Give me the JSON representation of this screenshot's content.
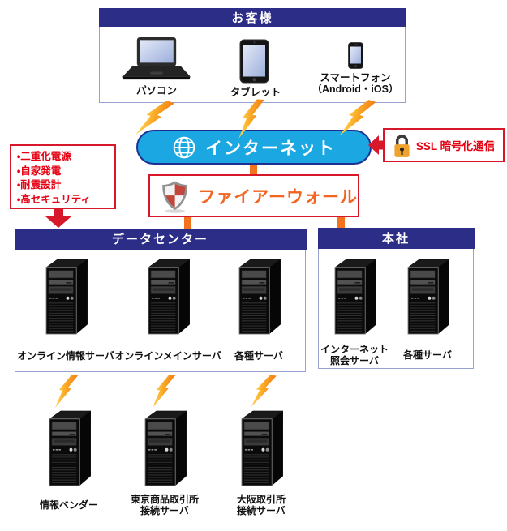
{
  "customer": {
    "title": "お客様",
    "devices": [
      {
        "label": "パソコン"
      },
      {
        "label": "タブレット"
      },
      {
        "label": "スマートフォン",
        "sublabel": "（Android・iOS）"
      }
    ]
  },
  "internet": {
    "label": "インターネット"
  },
  "ssl": {
    "label": "SSL 暗号化通信"
  },
  "features": {
    "items": [
      "・二重化電源",
      "・自家発電",
      "・耐震設計",
      "・高セキュリティ"
    ]
  },
  "firewall": {
    "label": "ファイアーウォール"
  },
  "datacenter": {
    "title": "データセンター",
    "servers": [
      {
        "line1": "オンライン情報サーバ"
      },
      {
        "line1": "オンラインメインサーバ"
      },
      {
        "line1": "各種サーバ"
      }
    ]
  },
  "headquarters": {
    "title": "本社",
    "servers": [
      {
        "line1": "インターネット",
        "line2": "照会サーバ"
      },
      {
        "line1": "各種サーバ"
      }
    ]
  },
  "external_servers": [
    {
      "line1": "情報ベンダー"
    },
    {
      "line1": "東京商品取引所",
      "line2": "接続サーバ"
    },
    {
      "line1": "大阪取引所",
      "line2": "接続サーバ"
    }
  ],
  "colors": {
    "header_navy": "#2b2d87",
    "panel_border": "#98a2cf",
    "internet_blue": "#1ba7e2",
    "internet_border": "#1d2f91",
    "accent_red": "#d7182a",
    "text_red": "#e60012",
    "firewall_orange": "#f26522",
    "connector_orange": "#f4741d",
    "bolt_yellow": "#ffd34f",
    "bolt_orange": "#f7941d",
    "lock_gold": "#efa32d"
  }
}
